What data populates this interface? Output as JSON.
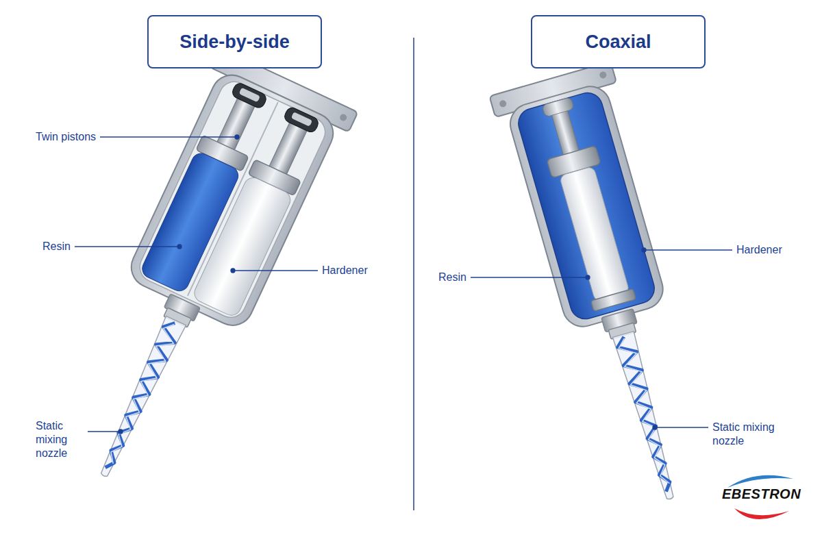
{
  "diagram": {
    "nodes": [
      {
        "text": [
          "Side-by-side"
        ]
      },
      {
        "text": [
          "Coaxial"
        ]
      }
    ],
    "labels": [
      "Twin pistons",
      "Resin",
      "Hardener",
      "Static mixing nozzle",
      "Resin",
      "Hardener",
      "Static mixing nozzle",
      "EBESTRON"
    ]
  }
}
